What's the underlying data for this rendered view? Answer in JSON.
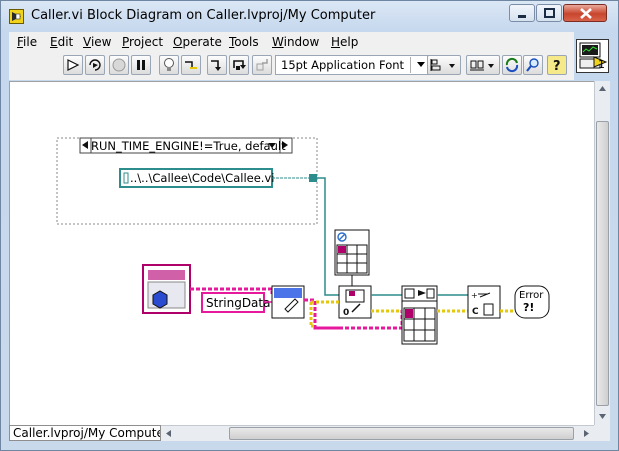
{
  "window": {
    "title": "Caller.vi Block Diagram on Caller.lvproj/My Computer"
  },
  "menu": [
    {
      "label": "File",
      "mnemonic": "F",
      "rest": "ile"
    },
    {
      "label": "Edit",
      "mnemonic": "E",
      "rest": "dit"
    },
    {
      "label": "View",
      "mnemonic": "V",
      "rest": "iew"
    },
    {
      "label": "Project",
      "mnemonic": "P",
      "rest": "roject"
    },
    {
      "label": "Operate",
      "mnemonic": "O",
      "rest": "perate"
    },
    {
      "label": "Tools",
      "mnemonic": "T",
      "rest": "ools"
    },
    {
      "label": "Window",
      "mnemonic": "W",
      "rest": "indow"
    },
    {
      "label": "Help",
      "mnemonic": "H",
      "rest": "elp"
    }
  ],
  "toolbar": {
    "font_value": "15pt Application Font",
    "icons": [
      "run-arrow-icon",
      "run-continuously-icon",
      "abort-icon",
      "pause-icon",
      "highlight-execution-icon",
      "retain-wire-values-icon",
      "step-into-icon",
      "step-over-icon",
      "step-out-icon",
      "align-objects-icon",
      "distribute-objects-icon",
      "reorder-icon",
      "clean-up-diagram-icon",
      "search-icon",
      "context-help-icon"
    ],
    "connector_count": "1"
  },
  "diagram": {
    "conditional_case": "RUN_TIME_ENGINE!=True, default",
    "path_constant": "..\\..\\Callee\\Code\\Callee.vi",
    "string_constant": "StringData",
    "error_label": "Error",
    "error_sub": "?!",
    "colors": {
      "path_wire": "#2d8c8c",
      "string_wire": "#e6199d",
      "error_wire": "#e6c80a",
      "refnum_wire": "#2d8c8c"
    }
  },
  "status": {
    "context_path": "Caller.lvproj/My Computer"
  }
}
